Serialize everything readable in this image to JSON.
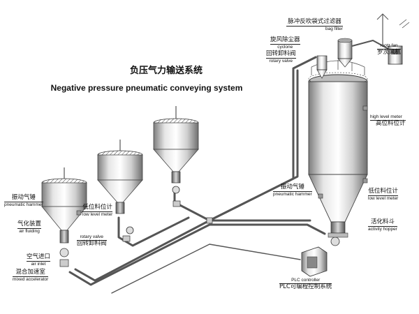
{
  "title": {
    "cn": "负压气力输送系统",
    "en": "Negative pressure pneumatic conveying  system"
  },
  "labels": {
    "bag_filter": {
      "cn": "脉冲反吹袋式过滤器",
      "en": "bag filter"
    },
    "cyclone": {
      "cn": "旋风除尘器",
      "en": "cyclone"
    },
    "rotary_valve_top": {
      "cn": "回转卸料阀",
      "en": "rotary valve"
    },
    "rootz_fan": {
      "en": "rootz fan",
      "cn": "罗茨风机"
    },
    "high_level_meter": {
      "en": "high level meter",
      "cn": "高位料位计"
    },
    "pneumatic_hammer_right": {
      "cn": "振动气锤",
      "en": "pneumatic hammer"
    },
    "low_level_meter_right": {
      "cn": "低位料位计",
      "en": "low level meter"
    },
    "activity_hopper": {
      "cn": "活化料斗",
      "en": "activity hopper"
    },
    "plc": {
      "en": "PLC controller",
      "cn": "PLC可编程控制系统"
    },
    "pneumatic_hammer_left": {
      "cn": "振动气锤",
      "en": "pneumatic hammer"
    },
    "low_level_meter_left": {
      "cn": "低位料位计",
      "en": "low level meter"
    },
    "air_fluiding": {
      "cn": "气化装置",
      "en": "air fluiding"
    },
    "rotary_valve_left": {
      "en": "rotary valve",
      "cn": "回转卸料阀"
    },
    "air_inlet": {
      "cn": "空气进口",
      "en": "air inlet"
    },
    "mixed_accelerator": {
      "cn": "混合加速室",
      "en": "mixed accelerator"
    }
  }
}
